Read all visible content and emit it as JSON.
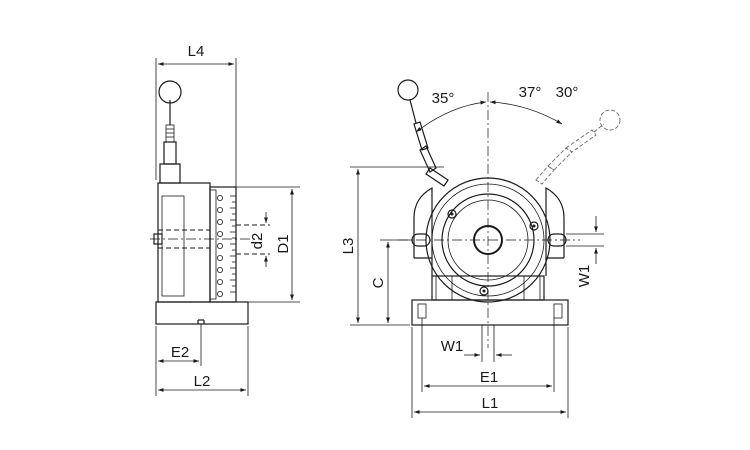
{
  "labels": {
    "L4": "L4",
    "L3": "L3",
    "L2": "L2",
    "L1": "L1",
    "E1": "E1",
    "E2": "E2",
    "W1_bottom": "W1",
    "W1_right": "W1",
    "D1": "D1",
    "d2": "d2",
    "C": "C",
    "angle_left": "35°",
    "angle_mid": "37°",
    "angle_right": "30°"
  }
}
